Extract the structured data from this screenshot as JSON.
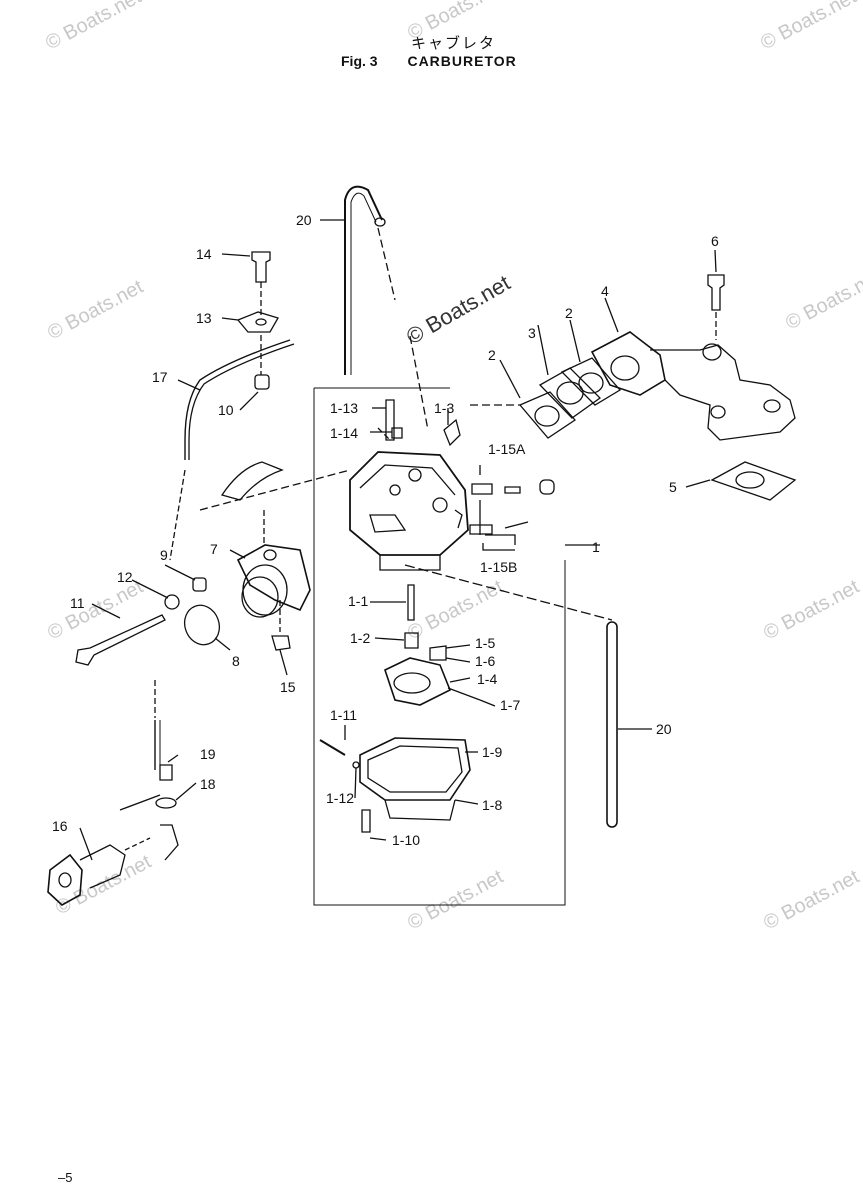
{
  "header": {
    "title_jp": "キャブレタ",
    "fig_number": "Fig. 3",
    "fig_title": "CARBURETOR"
  },
  "watermark": {
    "text": "© Boats.net"
  },
  "labels": {
    "l20a": "20",
    "l14": "14",
    "l13": "13",
    "l17": "17",
    "l10": "10",
    "l1_13": "1-13",
    "l1_14": "1-14",
    "l1_3": "1-3",
    "l1_15a": "1-15A",
    "l1_15b": "1-15B",
    "l1": "1",
    "l2a": "2",
    "l2b": "2",
    "l3": "3",
    "l4": "4",
    "l5": "5",
    "l6": "6",
    "l7": "7",
    "l9": "9",
    "l12": "12",
    "l11": "11",
    "l8": "8",
    "l15": "15",
    "l1_1": "1-1",
    "l1_2": "1-2",
    "l1_5": "1-5",
    "l1_6": "1-6",
    "l1_4": "1-4",
    "l1_7": "1-7",
    "l20b": "20",
    "l1_11": "1-11",
    "l1_9": "1-9",
    "l1_8": "1-8",
    "l1_12": "1-12",
    "l1_10": "1-10",
    "l19": "19",
    "l18": "18",
    "l16": "16"
  },
  "footer": {
    "page_number": "–5"
  },
  "colors": {
    "line": "#111111",
    "watermark": "#c8c8c8"
  }
}
